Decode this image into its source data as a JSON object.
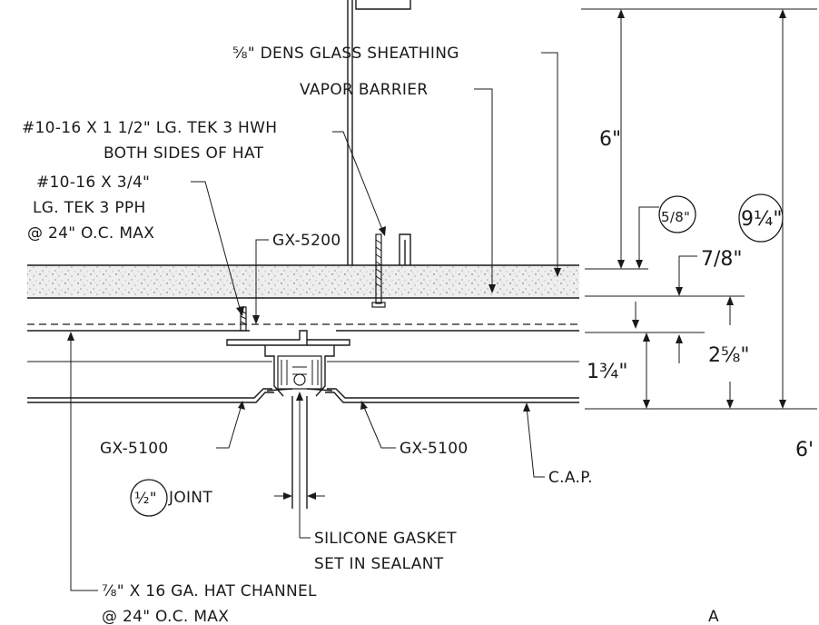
{
  "labels": {
    "sheathing": "⅝\" DENS GLASS SHEATHING",
    "vapor_barrier": "VAPOR BARRIER",
    "screw1_line1": "#10-16 X 1 1/2\" LG. TEK 3 HWH",
    "screw1_line2": "BOTH SIDES OF HAT",
    "screw2_line1": "#10-16 X 3/4\"",
    "screw2_line2": "LG. TEK 3 PPH",
    "screw2_line3": "@ 24\" O.C. MAX",
    "gx5200": "GX-5200",
    "gx5100_left": "GX-5100",
    "gx5100_right": "GX-5100",
    "cap": "C.A.P.",
    "joint_value": "½\"",
    "joint": "JOINT",
    "gasket_line1": "SILICONE GASKET",
    "gasket_line2": "SET IN SEALANT",
    "hat_line1": "⅞\" X 16 GA. HAT CHANNEL",
    "hat_line2": "@ 24\" O.C. MAX",
    "edge_mark": "6'",
    "corner_mark": "A"
  },
  "dimensions": {
    "d_6": "6\"",
    "d_5_8": "5/8\"",
    "d_9_1_4": "9¼\"",
    "d_7_8": "7/8\"",
    "d_1_3_4": "1¾\"",
    "d_2_5_8": "2⅝\""
  }
}
